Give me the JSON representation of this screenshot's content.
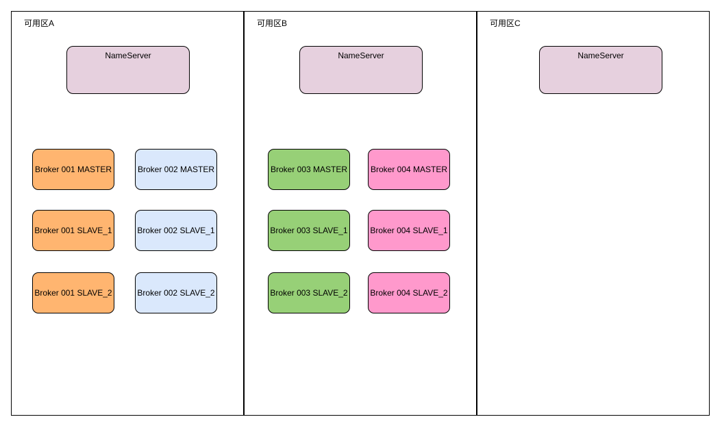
{
  "zones": [
    {
      "label": "可用区A",
      "nameserver": "NameServer",
      "brokers": [
        "Broker 001 MASTER",
        "Broker 002 MASTER",
        "Broker 001 SLAVE_1",
        "Broker 002 SLAVE_1",
        "Broker 001 SLAVE_2",
        "Broker 002 SLAVE_2"
      ]
    },
    {
      "label": "可用区B",
      "nameserver": "NameServer",
      "brokers": [
        "Broker 003 MASTER",
        "Broker 004 MASTER",
        "Broker 003 SLAVE_1",
        "Broker 004 SLAVE_1",
        "Broker 003 SLAVE_2",
        "Broker 004 SLAVE_2"
      ]
    },
    {
      "label": "可用区C",
      "nameserver": "NameServer"
    }
  ],
  "colors": {
    "nameserver": "#e6d0de",
    "broker_001": "#ffb570",
    "broker_002": "#dae8fc",
    "broker_003": "#97d077",
    "broker_004": "#ff99cc"
  }
}
